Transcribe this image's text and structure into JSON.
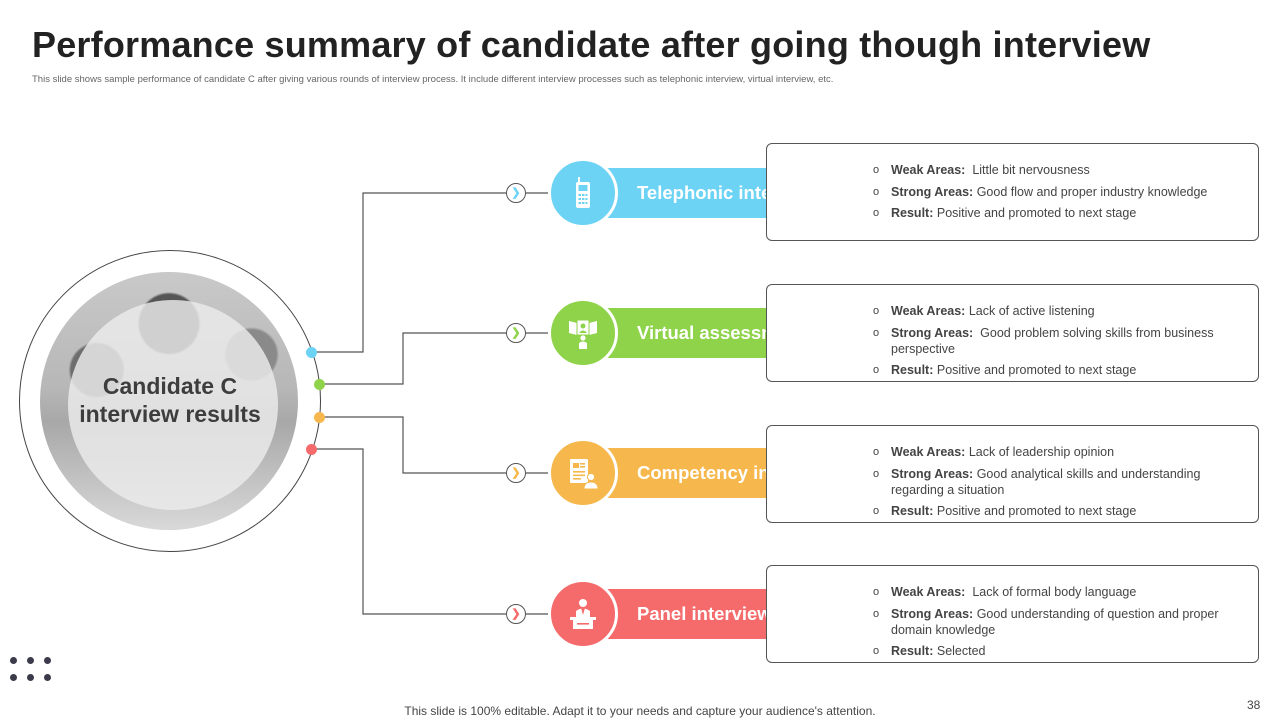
{
  "header": {
    "title": "Performance summary of candidate after going though interview",
    "subtitle": "This slide shows sample performance of candidate C after giving various rounds of interview process. It include different interview processes such as telephonic interview, virtual interview, etc."
  },
  "candidate": {
    "label": "Candidate C interview results"
  },
  "stages": [
    {
      "name": "Telephonic interview",
      "color": "#6dd3f5",
      "icon": "telephone-icon",
      "weak_label": "Weak Areas:",
      "weak_value": "Little bit nervousness",
      "strong_label": "Strong Areas:",
      "strong_value": "Good flow and proper industry knowledge",
      "result_label": "Result:",
      "result_value": "Positive and promoted to next stage"
    },
    {
      "name": "Virtual assessment",
      "color": "#8fd34a",
      "icon": "virtual-presenter-icon",
      "weak_label": "Weak Areas:",
      "weak_value": "Lack of active listening",
      "strong_label": "Strong Areas:",
      "strong_value": "Good problem solving skills from business perspective",
      "result_label": "Result:",
      "result_value": "Positive and promoted to next stage"
    },
    {
      "name": "Competency interview",
      "color": "#f6b84d",
      "icon": "resume-candidate-icon",
      "weak_label": "Weak Areas:",
      "weak_value": "Lack of leadership opinion",
      "strong_label": "Strong Areas:",
      "strong_value": "Good analytical skills and understanding regarding a situation",
      "result_label": "Result:",
      "result_value": "Positive and promoted to next stage"
    },
    {
      "name": "Panel interview",
      "color": "#f56b6b",
      "icon": "panel-presenter-icon",
      "weak_label": "Weak Areas:",
      "weak_value": "Lack of formal body language",
      "strong_label": "Strong Areas:",
      "strong_value": "Good understanding of question and proper domain knowledge",
      "result_label": "Result:",
      "result_value": "Selected"
    }
  ],
  "footer": {
    "note": "This slide is 100% editable. Adapt it to your needs and capture your audience's attention.",
    "page_number": "38"
  }
}
